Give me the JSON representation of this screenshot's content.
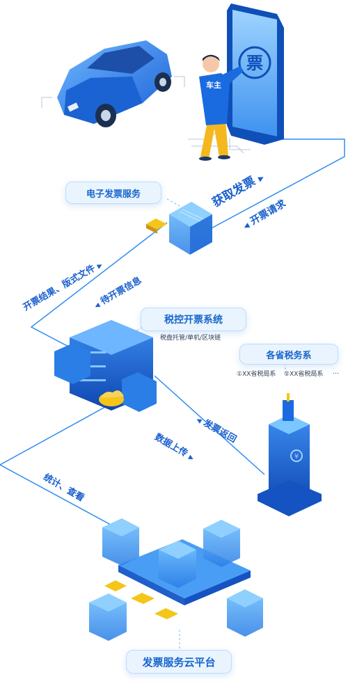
{
  "nodes": {
    "e_invoice_service": "电子发票服务",
    "tax_control_system": "税控开票系统",
    "tax_control_sub": "税盘托管/单机/区块链",
    "provincial_tax": "各省税务系",
    "tax_bureau_1": "①XX省税局系",
    "tax_bureau_2": "②XX省税局系",
    "tax_bureau_more": "…",
    "cloud_platform": "发票服务云平台",
    "owner_shirt": "车主",
    "phone_glyph": "票"
  },
  "flows": {
    "get_invoice": "获取发票",
    "invoice_request": "开票请求",
    "result_file": "开票结果、版式文件",
    "pending_info": "待开票信息",
    "data_upload": "数据上传",
    "invoice_return": "发票返回",
    "stats": "统计、查看"
  },
  "colors": {
    "brand_blue": "#1a6be0",
    "light_blue": "#5aa9f5",
    "accent_yellow": "#f5c518",
    "pill_bg": "#eaf4ff",
    "line_blue": "#2e8df0"
  }
}
